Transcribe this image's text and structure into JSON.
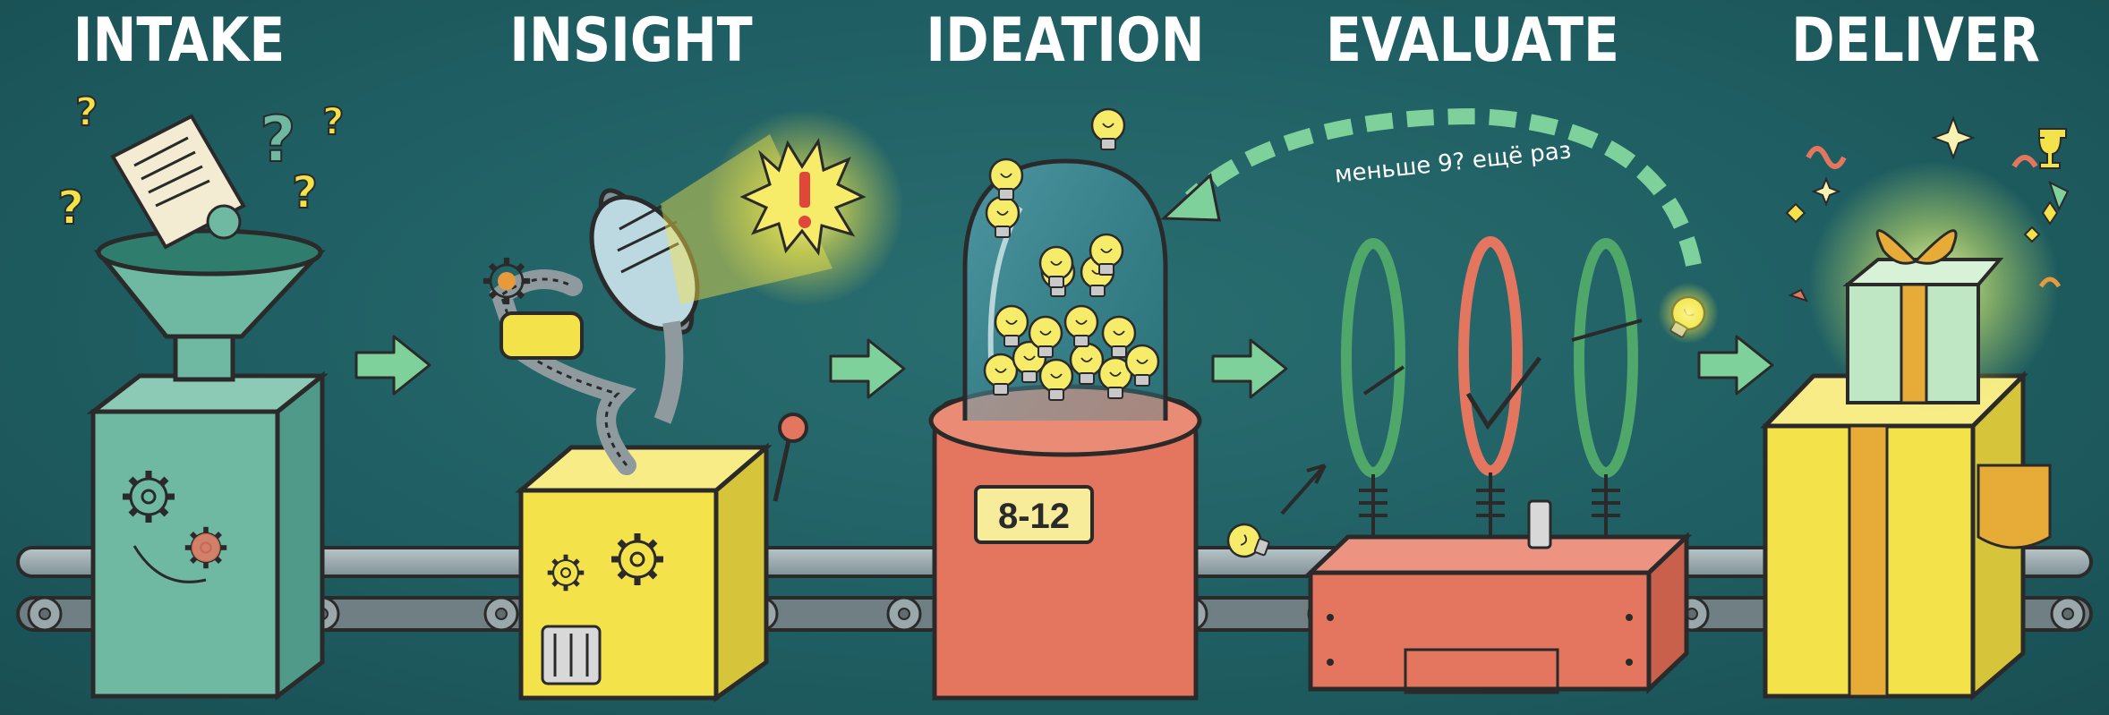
{
  "stages": [
    {
      "title": "INTAKE"
    },
    {
      "title": "INSIGHT"
    },
    {
      "title": "IDEATION"
    },
    {
      "title": "EVALUATE"
    },
    {
      "title": "DELIVER"
    }
  ],
  "ideation": {
    "count_label": "8-12"
  },
  "evaluate": {
    "loop_note": "меньше 9? ещё раз"
  },
  "colors": {
    "background": "#1f5f63",
    "intake": "#6fb8a2",
    "insight": "#f3e24a",
    "ideation": "#e4765f",
    "evaluate": "#e4765f",
    "deliver": "#f3e24a",
    "arrow": "#7fd19c"
  }
}
